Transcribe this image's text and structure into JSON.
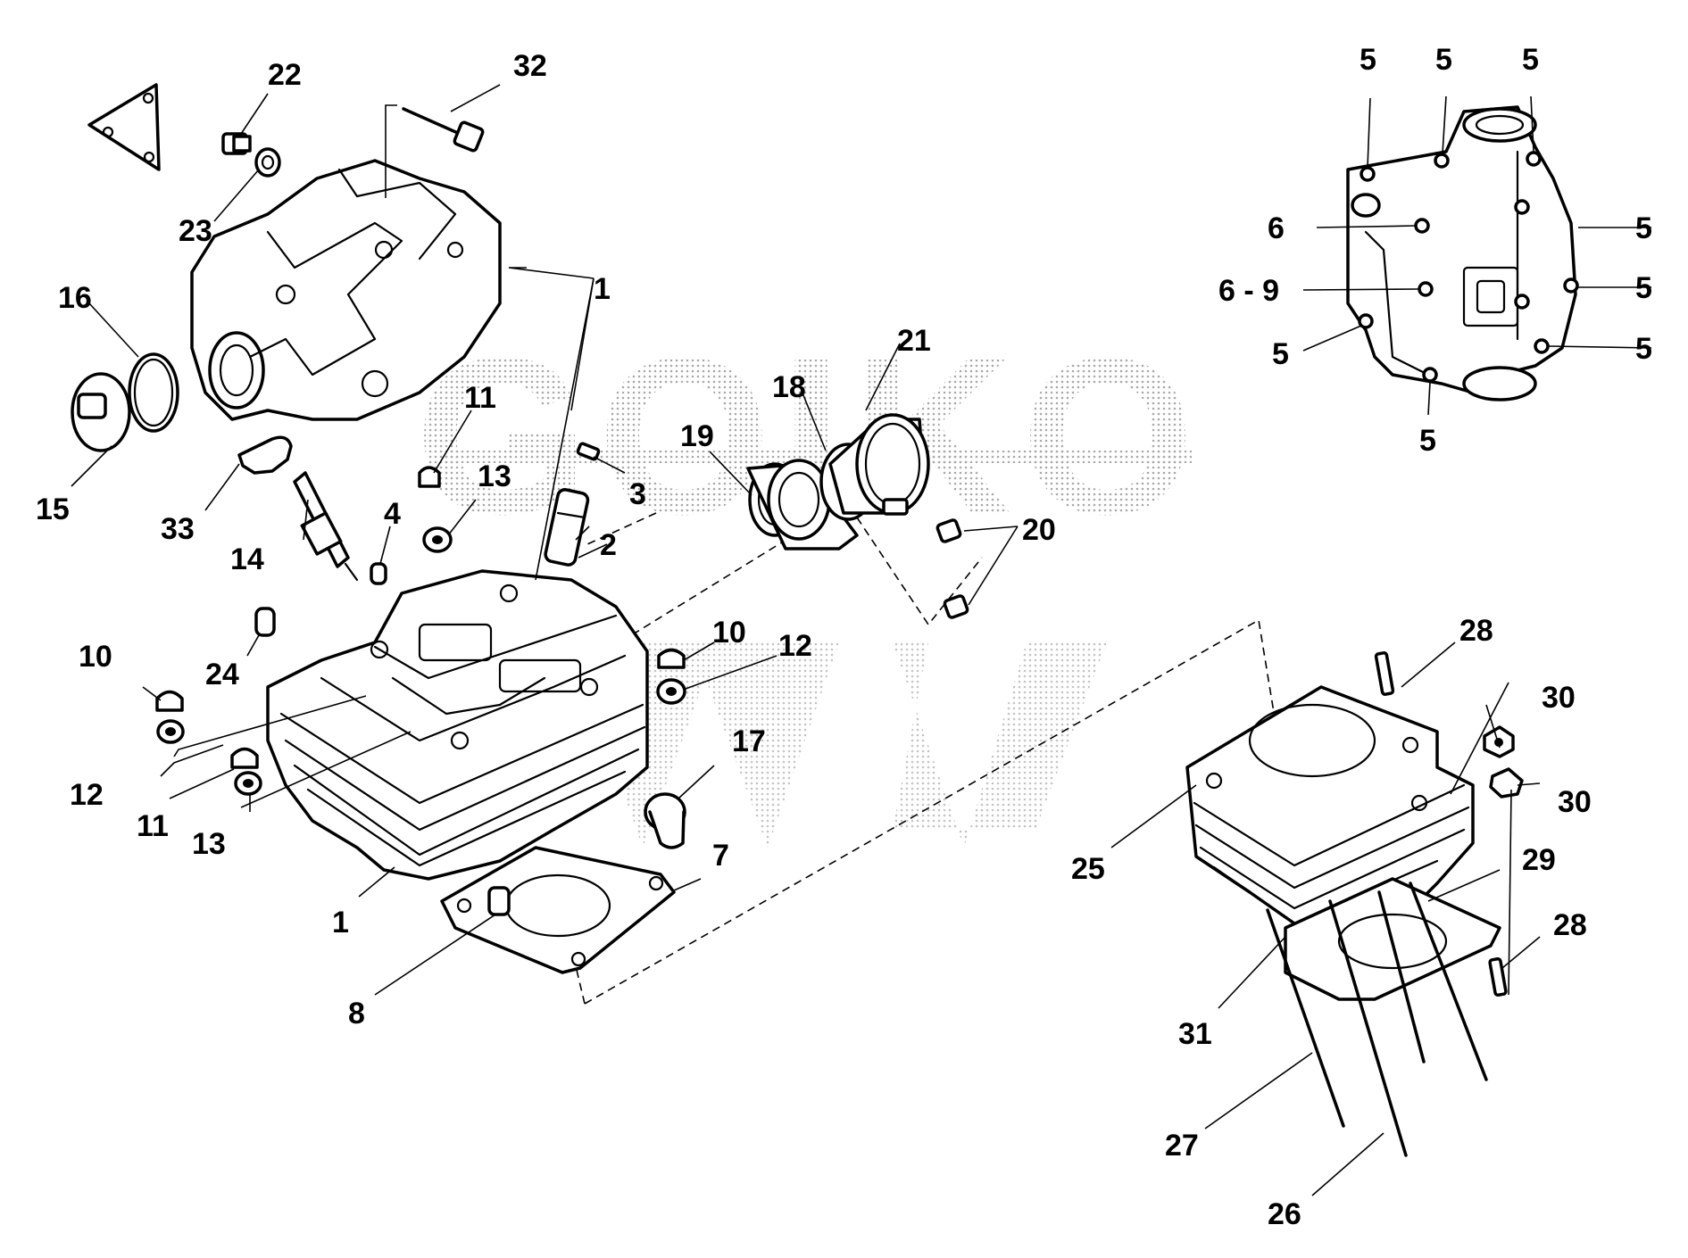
{
  "colors": {
    "line": "#000000",
    "background": "#ffffff",
    "watermark": "#8a8a8a"
  },
  "watermark": {
    "text": "GOIKO"
  },
  "labels": {
    "c1_top": "1",
    "c1_bottom": "1",
    "c2": "2",
    "c3": "3",
    "c4": "4",
    "c7": "7",
    "c8": "8",
    "c10_left": "10",
    "c10_right": "10",
    "c11_top": "11",
    "c11_bottom": "11",
    "c12_left": "12",
    "c12_right": "12",
    "c13_top": "13",
    "c13_bottom": "13",
    "c14": "14",
    "c15": "15",
    "c16": "16",
    "c17": "17",
    "c18": "18",
    "c19": "19",
    "c20": "20",
    "c21": "21",
    "c22": "22",
    "c23": "23",
    "c24": "24",
    "c25": "25",
    "c26": "26",
    "c27": "27",
    "c28_top": "28",
    "c28_bottom": "28",
    "c29": "29",
    "c30_top": "30",
    "c30_bottom": "30",
    "c31": "31",
    "c32": "32",
    "c33": "33"
  },
  "inset": {
    "labels": {
      "five_a": "5",
      "five_b": "5",
      "five_c": "5",
      "six": "6",
      "six_nine": "6 - 9",
      "five_r1": "5",
      "five_r2": "5",
      "five_r3": "5",
      "five_l": "5",
      "five_bottom": "5"
    }
  }
}
